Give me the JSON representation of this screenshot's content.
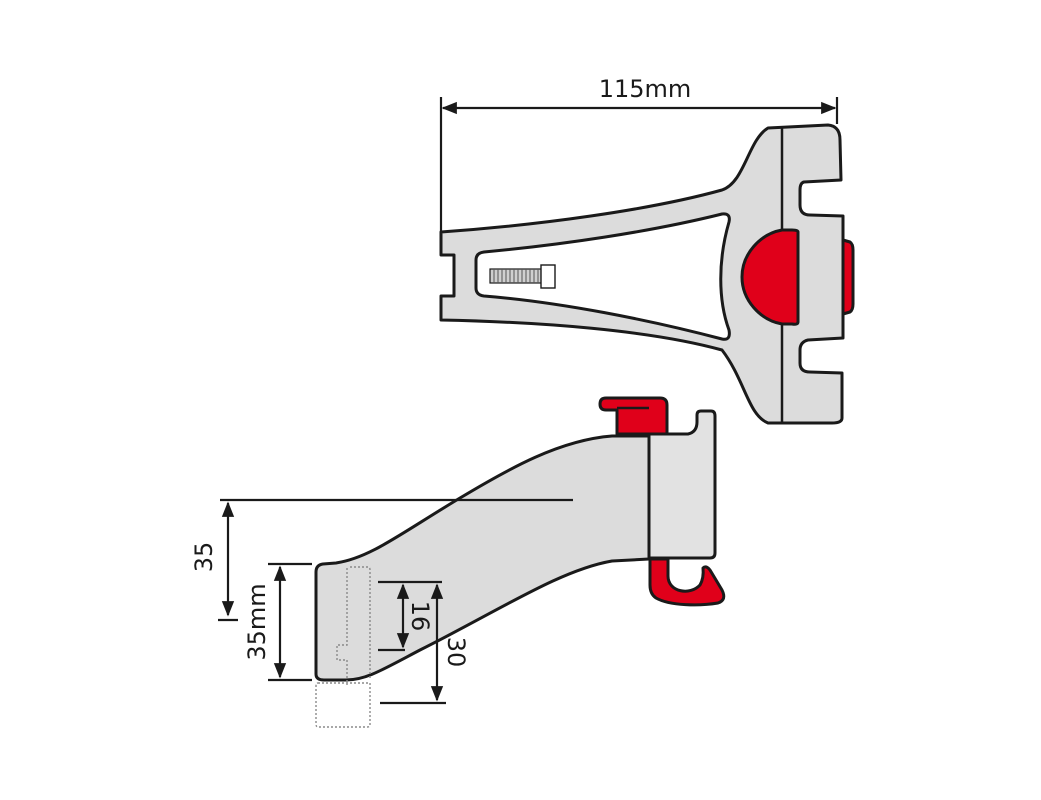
{
  "diagram": {
    "top_view": {
      "width_label": "115mm"
    },
    "side_view": {
      "offset_label": "35",
      "height_label": "35mm",
      "inner_label_short": "16",
      "inner_label_long": "30"
    },
    "colors": {
      "accent_red": "#e0001a",
      "part_gray": "#dcdcdc",
      "outline": "#1a1a1a"
    }
  }
}
